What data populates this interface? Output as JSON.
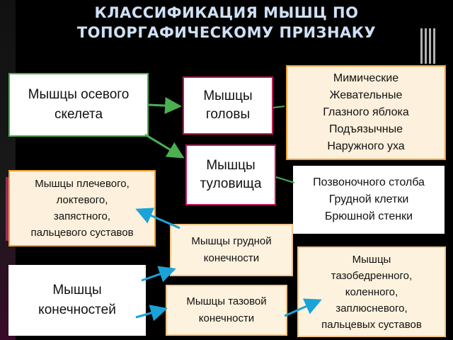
{
  "title": "КЛАССИФИКАЦИЯ    МЫШЦ    ПО\nТОПОРГАФИЧЕСКОМУ    ПРИЗНАКУ",
  "nodes": {
    "axial": "Мышцы осевого\nскелета",
    "head": "Мышцы\nголовы",
    "head_list": "Мимические\nЖевательные\nГлазного яблока\nПодъязычные\nНаружного уха",
    "trunk": "Мышцы\nтуловища",
    "trunk_list": "Позвоночного столба\nГрудной клетки\nБрюшной стенки",
    "upper_joints": "Мышцы плечевого,\nлоктевого,\nзапястного,\nпальцевого суставов",
    "upper_limb": "Мышцы грудной\nконечности",
    "limbs": "Мышцы\nконечностей",
    "lower_limb": "Мышцы тазовой\nконечности",
    "lower_joints": "Мышцы\nтазобедренного,\nколенного,\nзаплюсневого,\nпальцевых суставов"
  },
  "colors": {
    "title": "#cfe0f5",
    "arrow_green": "#4caf50",
    "arrow_blue": "#1aa3d8"
  }
}
